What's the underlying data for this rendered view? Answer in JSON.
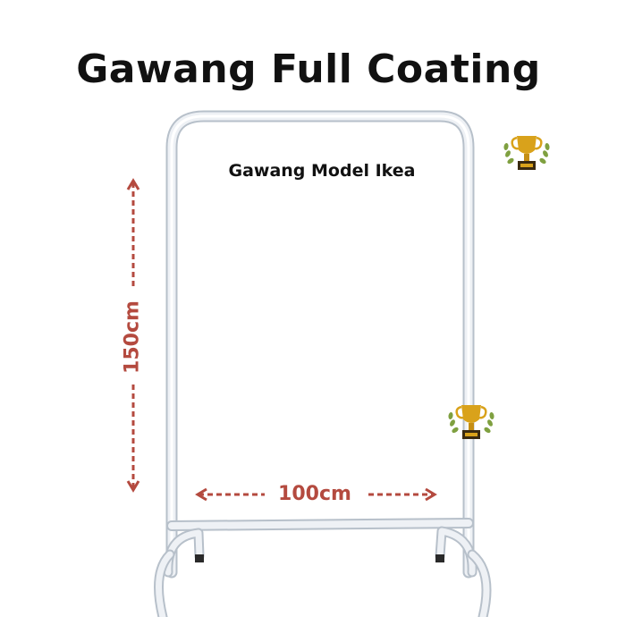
{
  "title": "Gawang Full Coating",
  "subtitle": "Gawang Model Ikea",
  "dimensions": {
    "height": "150cm",
    "width": "100cm"
  },
  "colors": {
    "dimension": "#b44a3f",
    "frame": "#e8ecf1",
    "frame_shade": "#b7c0ca",
    "trophy_gold": "#d9a21b",
    "trophy_dark": "#3a2a10"
  },
  "icons": {
    "trophy_badge": "trophy-icon"
  }
}
